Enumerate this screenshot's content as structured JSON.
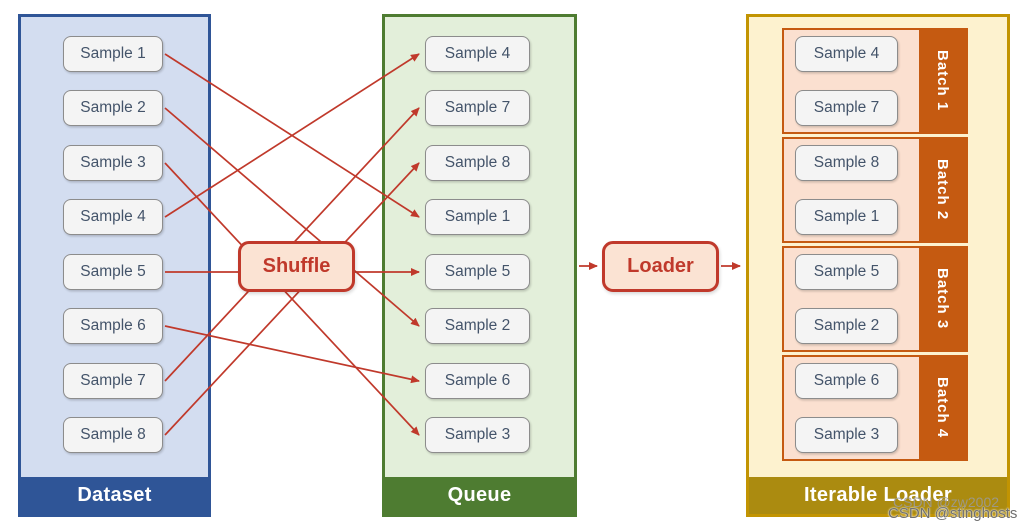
{
  "colors": {
    "dataset_fill": "#d3ddf0",
    "dataset_accent": "#2f5597",
    "queue_fill": "#e3efda",
    "queue_accent": "#4e7c31",
    "iterable_fill": "#fdf2cf",
    "iterable_border": "#c29402",
    "iterable_footer": "#ab8b10",
    "batch_fill": "#fbe0d0",
    "batch_accent": "#c55a11",
    "sample_fill": "#f4f4f4",
    "sample_border": "#8c8c8c",
    "sample_text": "#44546a",
    "node_fill": "#fbe3d3",
    "node_accent": "#c0392b",
    "arrow": "#c0392b"
  },
  "dataset": {
    "title": "Dataset",
    "samples": [
      "Sample 1",
      "Sample 2",
      "Sample 3",
      "Sample 4",
      "Sample 5",
      "Sample 6",
      "Sample 7",
      "Sample 8"
    ]
  },
  "queue": {
    "title": "Queue",
    "samples": [
      "Sample 4",
      "Sample 7",
      "Sample 8",
      "Sample 1",
      "Sample 5",
      "Sample 2",
      "Sample 6",
      "Sample 3"
    ]
  },
  "iterable_loader": {
    "title": "Iterable Loader",
    "batches": [
      {
        "label": "Batch 1",
        "samples": [
          "Sample 4",
          "Sample 7"
        ]
      },
      {
        "label": "Batch 2",
        "samples": [
          "Sample 8",
          "Sample 1"
        ]
      },
      {
        "label": "Batch 3",
        "samples": [
          "Sample 5",
          "Sample 2"
        ]
      },
      {
        "label": "Batch 4",
        "samples": [
          "Sample 6",
          "Sample 3"
        ]
      }
    ]
  },
  "nodes": {
    "shuffle": "Shuffle",
    "loader": "Loader"
  },
  "connections": {
    "dataset_to_queue": [
      {
        "from": 0,
        "to": 3
      },
      {
        "from": 1,
        "to": 5
      },
      {
        "from": 2,
        "to": 7
      },
      {
        "from": 3,
        "to": 0
      },
      {
        "from": 4,
        "to": 4
      },
      {
        "from": 5,
        "to": 6
      },
      {
        "from": 6,
        "to": 1
      },
      {
        "from": 7,
        "to": 2
      }
    ],
    "queue_to_loader": true,
    "loader_to_iterable": true
  },
  "watermarks": [
    "CSDN @zw2002",
    "CSDN @stinghosts"
  ]
}
